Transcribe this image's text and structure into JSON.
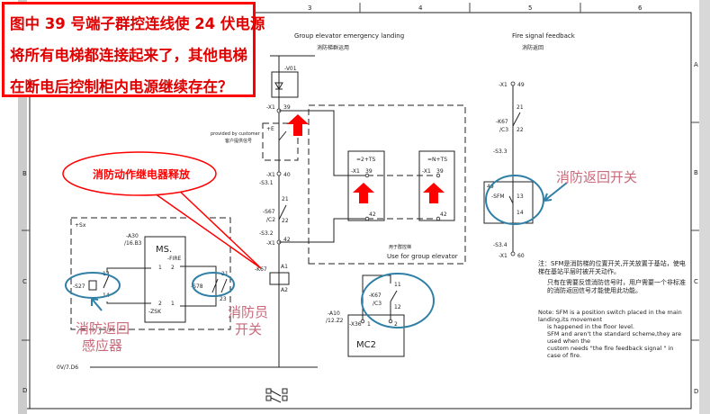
{
  "question": {
    "lines": [
      "图中 39 号端子群控连线使 24 伏电源",
      "将所有电梯都连接起来了，其他电梯",
      "在断电后控制柜内电源继续存在？"
    ]
  },
  "frame": {
    "columns": [
      "3",
      "4",
      "5",
      "6"
    ],
    "rows_right": [
      "A",
      "B",
      "C",
      "D"
    ],
    "rows_left": [
      "B",
      "C",
      "D"
    ]
  },
  "group_landing": {
    "title_en": "Group elevator emergency landing",
    "title_cn": "消防梯群运用",
    "v01": "-V01",
    "x1_39": "-X1",
    "t39": "39",
    "provided_en": "provided by customer",
    "provided_cn": "客户提供信号",
    "e_box": "+E",
    "x1_40": "-X1",
    "t40": "40",
    "s31": "-S3.1",
    "s67": "-S67",
    "s67_ref": "/C2",
    "c21": "21",
    "c22": "22",
    "s32": "-S3.2",
    "x1_42": "-X1",
    "t42": "42",
    "k67": "-K67",
    "a1": "A1",
    "a2": "A2",
    "ov": "0V/7.D6",
    "ts2": "=2+TS",
    "tsn": "=N+TS",
    "ts_x1": "-X1",
    "ts_39": "39",
    "ts_42": "42",
    "use_cn": "用于群控梯",
    "use_en": "Use for group elevator"
  },
  "sx": {
    "box": "+Sx",
    "a30": "-A30",
    "a30_ref": "/16.B3",
    "ms": "MS.",
    "fire": "-FIRE",
    "zsk": "-ZSK",
    "p1": "1",
    "p2": "2",
    "p1b": "1",
    "p2b": "2",
    "s27": "-S27",
    "s78": "-S78",
    "c13": "13",
    "c14": "14",
    "c21": "21",
    "c23": "23"
  },
  "fire_feedback": {
    "title_en": "Fire signal feedback",
    "title_cn": "消防返回",
    "x1_49": "-X1",
    "t49": "49",
    "k67": "-K67",
    "k67_ref": "/C3",
    "c21": "21",
    "c22": "22",
    "s33": "-S3.3",
    "sfm": "-SFM",
    "c13": "13",
    "c14": "14",
    "b49": "49",
    "s34": "-S3.4",
    "x1_60": "-X1",
    "t60": "60"
  },
  "mc2": {
    "a10": "-A10",
    "a10_ref": "/12.Z2",
    "x36": "-X36",
    "p1": "1",
    "p2": "2",
    "k67": "-K67",
    "k67_ref": "/C3",
    "c11": "11",
    "c12": "12",
    "label": "MC2"
  },
  "notes": {
    "cn1": "注：SFM是消防梯的位置开关,开关放置于基站，使电梯在基站平层时被开关动作。",
    "cn2": "只有在需要反馈消防信号时，用户需要一个非标准的消防返回信号才能使用此功能。",
    "en1": "Note: SFM is a position switch placed in the main landing,its movement",
    "en2": "is happened in the floor level.",
    "en3": "SFM and aren't the standard scheme,they are used  when  the",
    "en4": "custom needs \"the fire feedback signal \" in case of  fire."
  },
  "annotations": {
    "callout": "消防动作继电器释放",
    "return_switch": "消防返回开关",
    "sensor_l1": "消防返回",
    "sensor_l2": "感应器",
    "fireman_l1": "消防员",
    "fireman_l2": "开关"
  },
  "colors": {
    "red": "#ff0000",
    "blue": "#2f7fa6",
    "pink": "#c86a7a"
  }
}
